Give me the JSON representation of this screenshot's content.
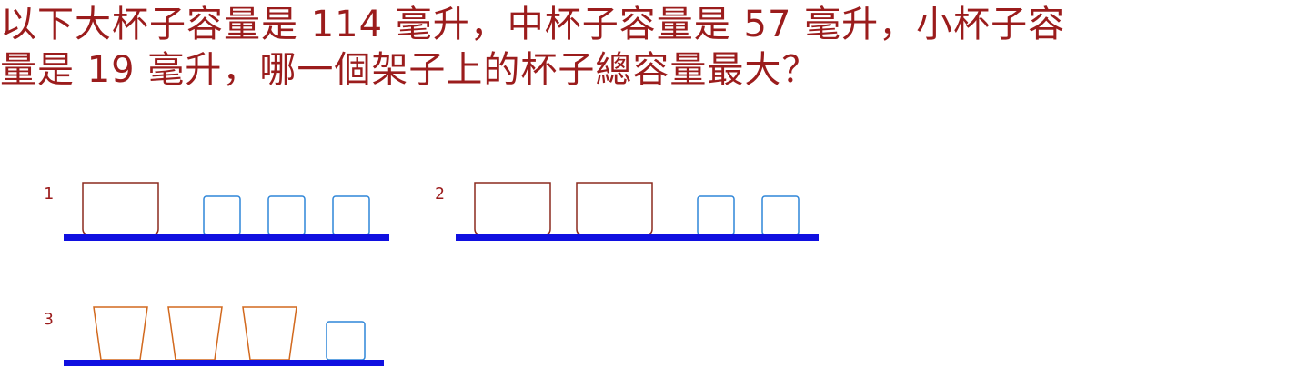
{
  "question": {
    "line1": "以下大杯子容量是 114 毫升，中杯子容量是 57 毫升，小杯子容",
    "line2": "量是 19 毫升，哪一個架子上的杯子總容量最大？"
  },
  "shelves": [
    {
      "label": "1",
      "cups": [
        "large",
        "small",
        "small",
        "small"
      ]
    },
    {
      "label": "2",
      "cups": [
        "large",
        "large",
        "small",
        "small"
      ]
    },
    {
      "label": "3",
      "cups": [
        "medium",
        "medium",
        "medium",
        "small"
      ]
    }
  ],
  "colors": {
    "text": "#9b1c1c",
    "shelf": "#1010e0",
    "large_cup": "#8b2a1e",
    "medium_cup": "#d2691e",
    "small_cup": "#2f86d8"
  }
}
